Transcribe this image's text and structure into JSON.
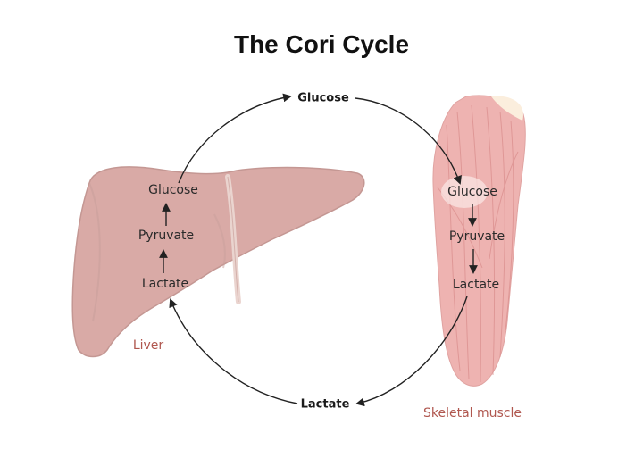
{
  "title": "The Cori Cycle",
  "cycle": {
    "top_label": "Glucose",
    "bottom_label": "Lactate"
  },
  "liver": {
    "name": "Liver",
    "steps": [
      "Glucose",
      "Pyruvate",
      "Lactate"
    ]
  },
  "muscle": {
    "name": "Skeletal muscle",
    "steps": [
      "Glucose",
      "Pyruvate",
      "Lactate"
    ]
  },
  "colors": {
    "liver_fill": "#d9aaa6",
    "liver_edge": "#b98783",
    "muscle_fill": "#eeb3b1",
    "muscle_line": "#d98c8b",
    "arrow": "#222222",
    "organ_label": "#b0574f"
  }
}
